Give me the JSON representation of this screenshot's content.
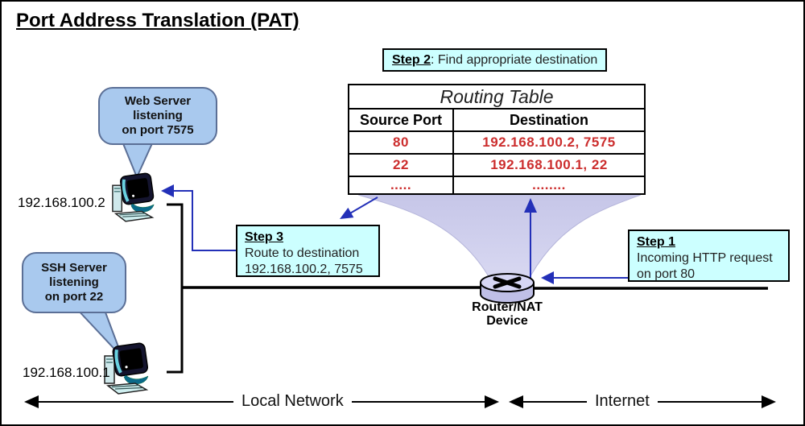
{
  "title": "Port Address Translation (PAT)",
  "steps": {
    "step2": {
      "label": "Step 2",
      "text": ": Find appropriate destination"
    },
    "step1": {
      "label": "Step 1",
      "lines": [
        "Incoming HTTP request",
        "on port 80"
      ]
    },
    "step3": {
      "label": "Step 3",
      "lines": [
        "Route to destination",
        "192.168.100.2, 7575"
      ]
    }
  },
  "routing_table": {
    "title": "Routing Table",
    "columns": [
      "Source Port",
      "Destination"
    ],
    "rows": [
      [
        "80",
        "192.168.100.2, 7575"
      ],
      [
        "22",
        "192.168.100.1, 22"
      ],
      [
        ".....",
        "........"
      ]
    ]
  },
  "hosts": {
    "web": {
      "ip": "192.168.100.2",
      "bubble_lines": [
        "Web Server",
        "listening",
        "on port 7575"
      ]
    },
    "ssh": {
      "ip": "192.168.100.1",
      "bubble_lines": [
        "SSH Server",
        "listening",
        "on port 22"
      ]
    }
  },
  "router": {
    "label_lines": [
      "Router/NAT",
      "Device"
    ]
  },
  "network_zones": {
    "local": "Local Network",
    "internet": "Internet"
  },
  "icons": [
    "computer-icon",
    "router-icon",
    "funnel-shape",
    "speech-bubble",
    "double-headed-arrow"
  ],
  "colors": {
    "step_box_bg": "#ccffff",
    "bubble_bg": "#a9c9ee",
    "bubble_border": "#5b6f96",
    "table_value_red": "#cc2e2e",
    "arrow_blue": "#2330b8",
    "funnel_lavender": "#ccccec",
    "router_fill": "#d6d6f4",
    "line_black": "#000000"
  }
}
